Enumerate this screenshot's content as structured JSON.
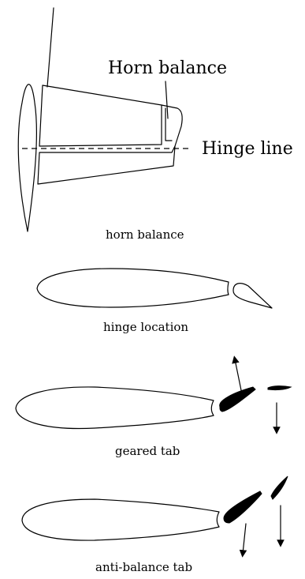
{
  "horn_balance_figure": {
    "callout_horn": "Horn balance",
    "callout_hinge": "Hinge line",
    "caption": "horn balance"
  },
  "hinge_location_figure": {
    "caption": "hinge location"
  },
  "geared_tab_figure": {
    "caption": "geared tab"
  },
  "anti_balance_tab_figure": {
    "caption": "anti-balance tab"
  }
}
